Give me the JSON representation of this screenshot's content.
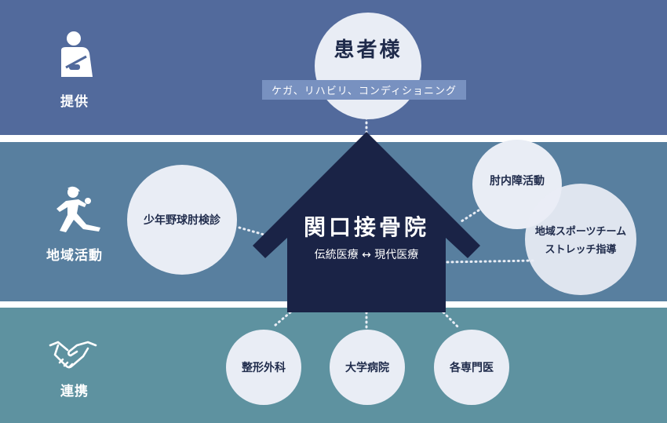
{
  "colors": {
    "band_top": "#526a9c",
    "band_middle": "#587f9f",
    "band_bottom": "#5e92a0",
    "house": "#1a2346",
    "circle_fill": "#e9edf5",
    "circle_text": "#1f2b4b",
    "tag_fill": "#7891c0"
  },
  "sections": {
    "provide": {
      "label": "提供",
      "icon": "injured-person-icon"
    },
    "community": {
      "label": "地域活動",
      "icon": "athlete-icon"
    },
    "partnership": {
      "label": "連携",
      "icon": "handshake-icon"
    }
  },
  "patient": {
    "title": "患者様",
    "tag": "ケガ、リハビリ、コンディショニング"
  },
  "center": {
    "name": "関口接骨院",
    "subtitle": "伝統医療 ↔ 現代医療"
  },
  "activities": {
    "baseball": "少年野球肘検診",
    "elbow_obstacle": "肘内障活動",
    "sports_team_line1": "地域スポーツチーム",
    "sports_team_line2": "ストレッチ指導"
  },
  "partners": [
    "整形外科",
    "大学病院",
    "各専門医"
  ]
}
